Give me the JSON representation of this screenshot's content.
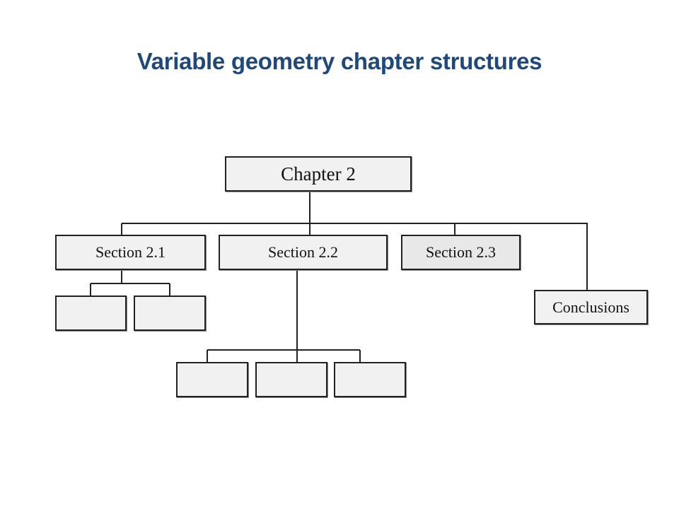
{
  "title": "Variable geometry chapter structures",
  "diagram": {
    "root": "Chapter 2",
    "sections": [
      "Section 2.1",
      "Section 2.2",
      "Section 2.3"
    ],
    "conclusions": "Conclusions"
  },
  "colors": {
    "title": "#1f497d",
    "box_fill": "#f1f1f1",
    "line": "#222222"
  }
}
